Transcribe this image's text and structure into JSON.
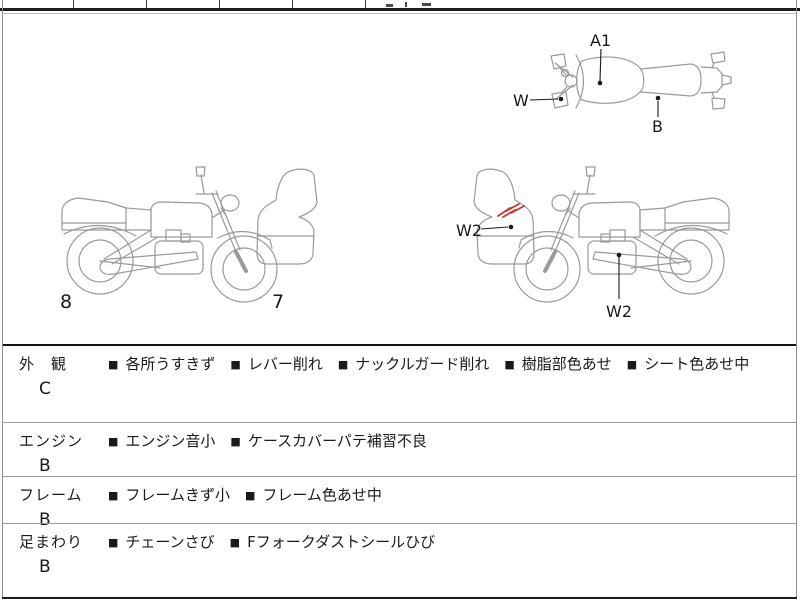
{
  "document": {
    "type_note": "motorcycle condition / auction inspection sheet"
  },
  "diagram": {
    "line_color": "#9a9a9a",
    "label_color": "#1a1a1a",
    "crack_color": "#c2372c",
    "top_view": {
      "label_tank": "A1",
      "label_lever": "W",
      "label_seat": "B"
    },
    "side_view_right_facing": {
      "label_rear_wheel": "8",
      "label_front_wheel": "7"
    },
    "side_view_left_facing": {
      "label_cowl": "W2",
      "label_engine": "W2"
    }
  },
  "table": {
    "bullet": "■",
    "rows": [
      {
        "category": "外　観",
        "grade": "C",
        "items": [
          "各所うすきず",
          "レバー削れ",
          "ナックルガード削れ",
          "樹脂部色あせ",
          "シート色あせ中"
        ]
      },
      {
        "category": "エンジン",
        "grade": "B",
        "items": [
          "エンジン音小",
          "ケースカバーパテ補習不良"
        ]
      },
      {
        "category": "フレーム",
        "grade": "B",
        "items": [
          "フレームきず小",
          "フレーム色あせ中"
        ]
      },
      {
        "category": "足まわり",
        "grade": "B",
        "items": [
          "チェーンさび",
          "Fフォークダストシールひび"
        ]
      }
    ]
  }
}
